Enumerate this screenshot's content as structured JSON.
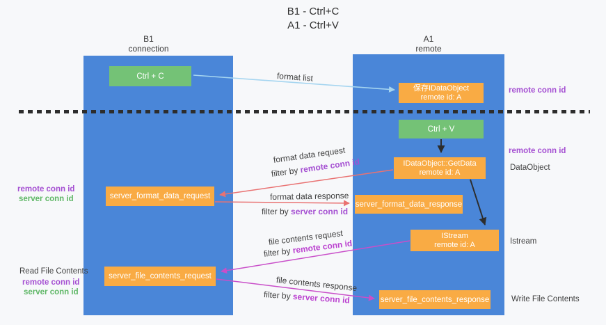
{
  "title": {
    "line1": "B1 - Ctrl+C",
    "line2": "A1 - Ctrl+V"
  },
  "columns": {
    "left": {
      "name": "B1",
      "subtitle": "connection"
    },
    "right": {
      "name": "A1",
      "subtitle": "remote"
    }
  },
  "nodes": {
    "ctrl_c": {
      "label": "Ctrl + C"
    },
    "save_dataobject": {
      "line1": "保存IDataObject",
      "line2": "remote id: A"
    },
    "ctrl_v": {
      "label": "Ctrl + V"
    },
    "getdata": {
      "line1": "IDataObject::GetData",
      "line2": "remote id: A"
    },
    "server_format_data_request": {
      "label": "server_format_data_request"
    },
    "server_format_data_response": {
      "label": "server_format_data_response"
    },
    "istream": {
      "line1": "IStream",
      "line2": "remote id: A"
    },
    "server_file_contents_request": {
      "label": "server_file_contents_request"
    },
    "server_file_contents_response": {
      "label": "server_file_contents_response"
    }
  },
  "flows": {
    "format_list": "format list",
    "format_data_request": "format data request",
    "format_data_response": "format data response",
    "file_contents_request": "file contents request",
    "file_contents_response": "file contents response"
  },
  "terms": {
    "filter_by": "filter by ",
    "remote_conn_id": "remote conn id",
    "server_conn_id": "server conn id"
  },
  "side_labels": {
    "dataobject": "DataObject",
    "istream": "Istream",
    "read_file_contents": "Read File Contents",
    "write_file_contents": "Write File Contents"
  },
  "colors": {
    "lifeline_blue": "#4a86d8",
    "node_orange": "#f9ab44",
    "node_green": "#74c276",
    "remote_conn_id_purple": "#a550d2",
    "server_conn_id_green": "#5fb766",
    "request_arrow_red": "#e97272",
    "file_arrow_magenta": "#c94fc9",
    "format_list_arrow_blue": "#a5d5f0",
    "black_arrow": "#2d2d2d"
  }
}
